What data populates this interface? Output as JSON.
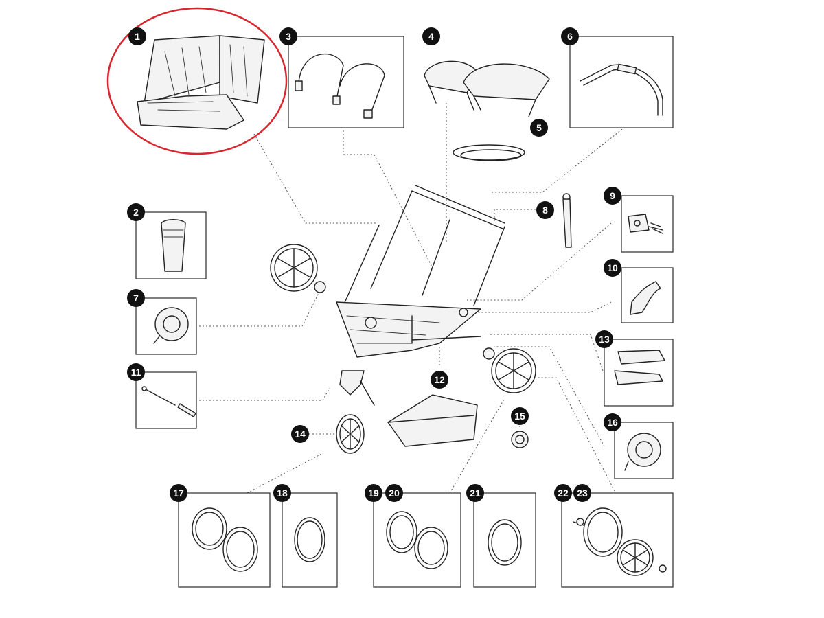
{
  "callouts": {
    "c1": "1",
    "c2": "2",
    "c3": "3",
    "c4": "4",
    "c5": "5",
    "c6": "6",
    "c7": "7",
    "c8": "8",
    "c9": "9",
    "c10": "10",
    "c11": "11",
    "c12": "12",
    "c13": "13",
    "c14": "14",
    "c15": "15",
    "c16": "16",
    "c17": "17",
    "c18": "18",
    "c19": "19",
    "c20": "20",
    "c21": "21",
    "c22": "22",
    "c23": "23"
  },
  "highlight_color": "#d7262e"
}
